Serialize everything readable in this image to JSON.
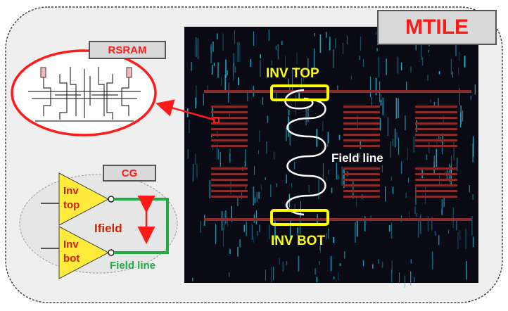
{
  "labels": {
    "mtile": "MTILE",
    "rsram": "RSRAM",
    "cg": "CG",
    "inv_top_chip": "INV TOP",
    "inv_bot_chip": "INV BOT",
    "field_line_chip": "Field line",
    "inv_top_gate": [
      "Inv",
      "top"
    ],
    "inv_bot_gate": [
      "Inv",
      "bot"
    ],
    "ifield": "Ifield",
    "field_line_cg": "Field line"
  },
  "colors": {
    "outer_fill": "#efefef",
    "chip_bg": "#0a0a14",
    "chip_trace": "#19c8e6",
    "red_bar": "#8a2a2a",
    "highlight_yellow": "#ffff00",
    "accent_red": "#ff1a1a",
    "field_green": "#22aa44",
    "buffer_yellow": "#ffeb3b",
    "buffer_text": "#cc2200",
    "ifield_text": "#cc2200",
    "tag_fill": "#d9d9d9"
  }
}
